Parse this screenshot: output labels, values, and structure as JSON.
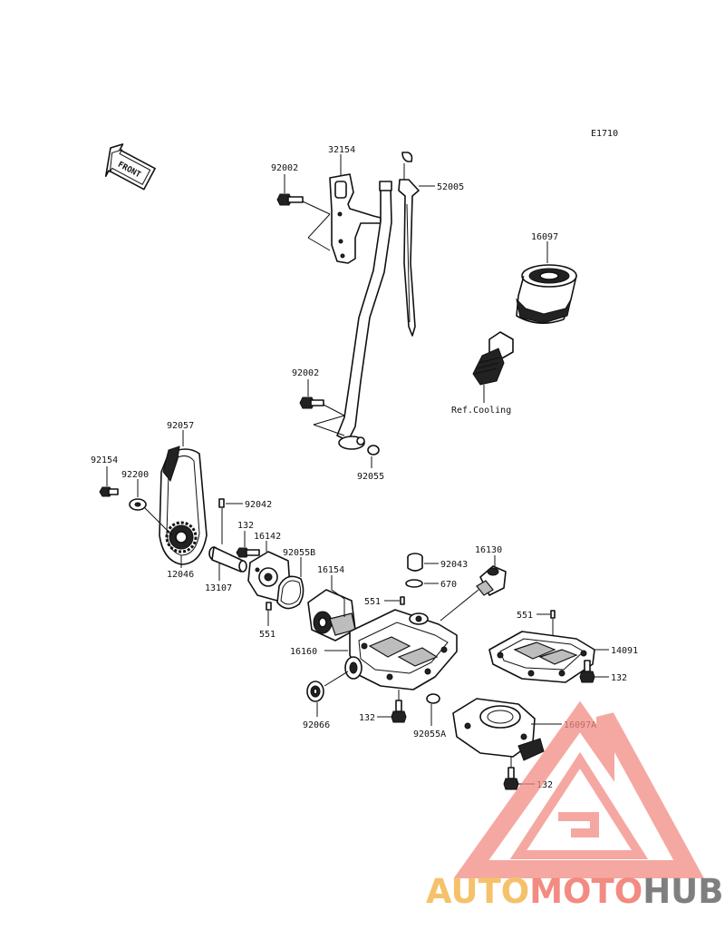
{
  "diagram_code": "E1710",
  "front_label": "FRONT",
  "ref_cooling": "Ref.Cooling",
  "parts": {
    "p32154": "32154",
    "p92002_top": "92002",
    "p52005": "52005",
    "p16097": "16097",
    "p92002_mid": "92002",
    "p92055": "92055",
    "p92057": "92057",
    "p92154": "92154",
    "p92200": "92200",
    "p92042": "92042",
    "p132_a": "132",
    "p16142": "16142",
    "p92055B": "92055B",
    "p16154": "16154",
    "p12046": "12046",
    "p13107": "13107",
    "p551_a": "551",
    "p92043": "92043",
    "p16130": "16130",
    "p670": "670",
    "p551_b": "551",
    "p551_c": "551",
    "p16160": "16160",
    "p14091": "14091",
    "p132_b": "132",
    "p92066": "92066",
    "p132_c": "132",
    "p92055A": "92055A",
    "p16097A": "16097A",
    "p132_d": "132"
  },
  "watermark": {
    "part1": "AUTO",
    "part2": "MOTO",
    "part3": "HUB",
    "color1": "#f5c26b",
    "color2": "#f28b82",
    "color3": "#7f7f7f"
  }
}
